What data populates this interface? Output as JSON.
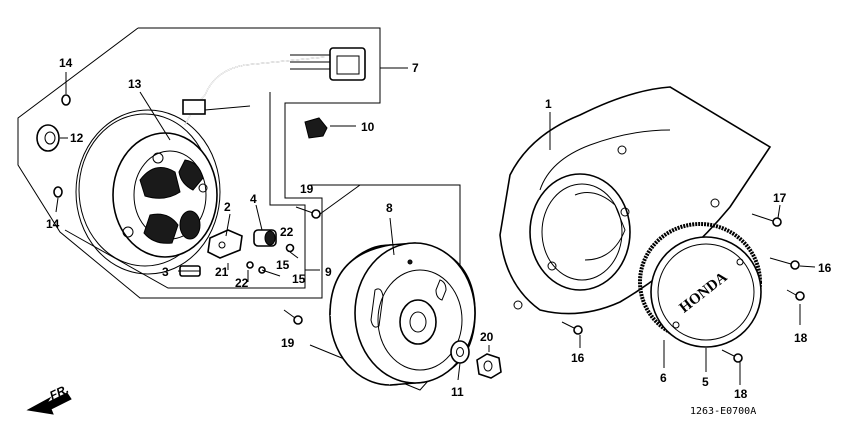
{
  "diagram": {
    "labels": [
      "1",
      "2",
      "3",
      "4",
      "5",
      "6",
      "7",
      "8",
      "9",
      "10",
      "11",
      "12",
      "13",
      "14",
      "15",
      "16",
      "17",
      "18",
      "19",
      "20",
      "21",
      "22"
    ],
    "label_15_b": "15",
    "label_14_b": "14",
    "label_16_b": "16",
    "label_18_b": "18",
    "label_19_b": "19",
    "label_22_b": "22",
    "direction_text": "FR.",
    "drawing_code": "1263-E0700A",
    "cover_logo_text": "HONDA"
  }
}
